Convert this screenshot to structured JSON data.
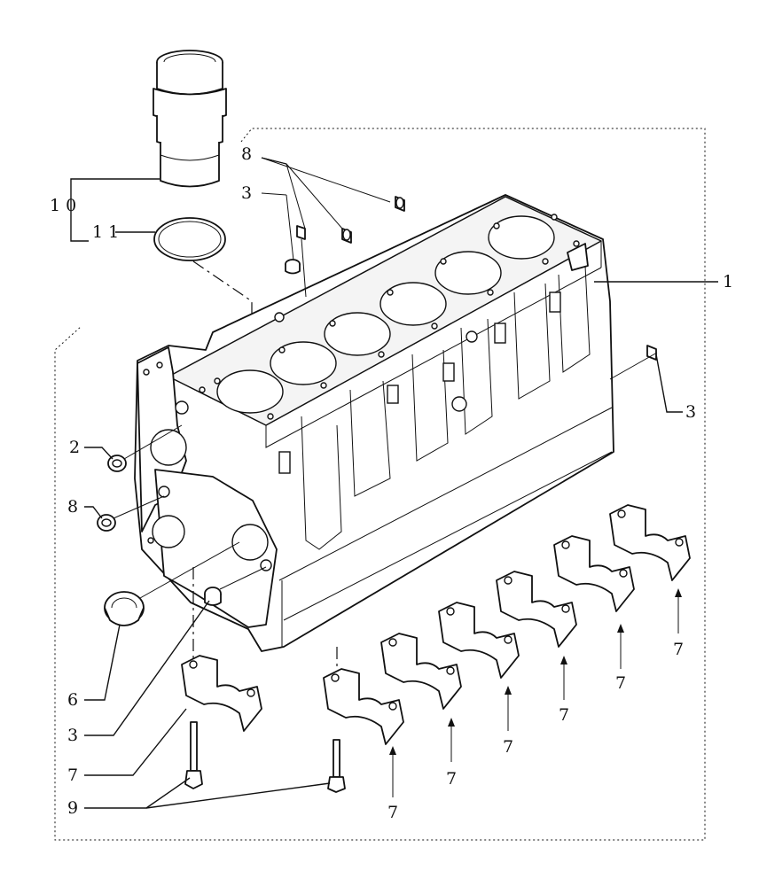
{
  "diagram": {
    "callouts": [
      {
        "id": "c1",
        "text": "1"
      },
      {
        "id": "c2",
        "text": "2"
      },
      {
        "id": "c3a",
        "text": "3"
      },
      {
        "id": "c3b",
        "text": "3"
      },
      {
        "id": "c3c",
        "text": "3"
      },
      {
        "id": "c6",
        "text": "6"
      },
      {
        "id": "c7a",
        "text": "7"
      },
      {
        "id": "c7b",
        "text": "7"
      },
      {
        "id": "c7c",
        "text": "7"
      },
      {
        "id": "c7d",
        "text": "7"
      },
      {
        "id": "c7e",
        "text": "7"
      },
      {
        "id": "c7f",
        "text": "7"
      },
      {
        "id": "c7g",
        "text": "7"
      },
      {
        "id": "c8a",
        "text": "8"
      },
      {
        "id": "c8b",
        "text": "8"
      },
      {
        "id": "c9",
        "text": "9"
      },
      {
        "id": "c10",
        "text": "1 0"
      },
      {
        "id": "c11",
        "text": "1 1"
      }
    ]
  }
}
